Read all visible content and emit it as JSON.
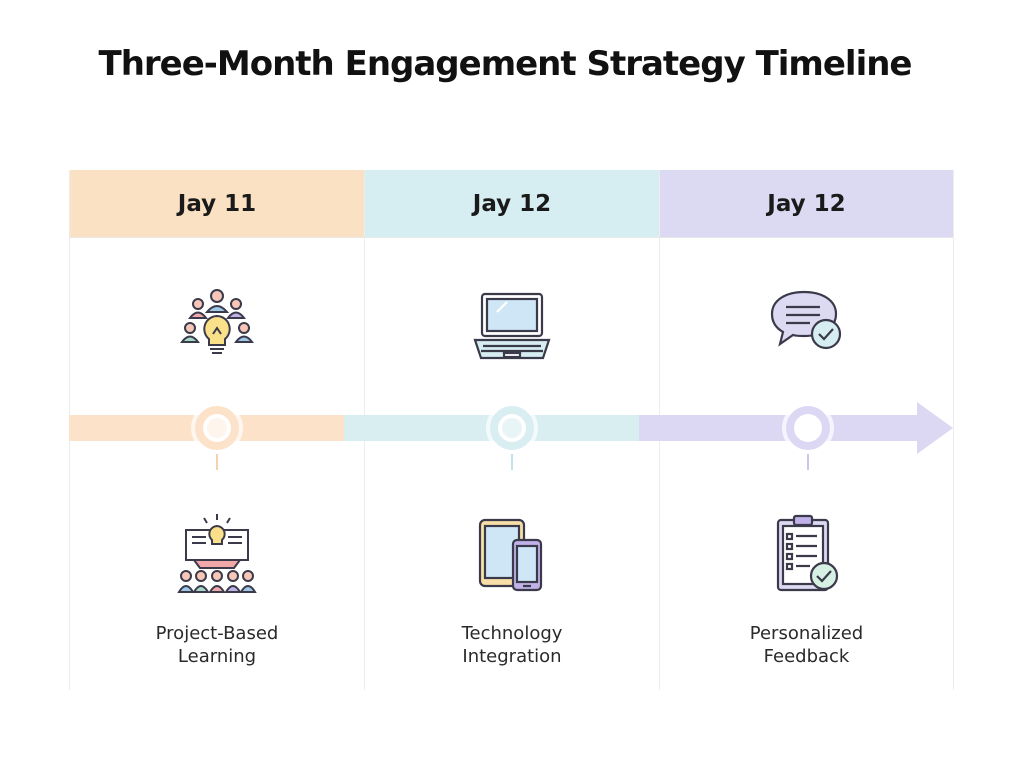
{
  "title": "Three-Month Engagement Strategy Timeline",
  "colors": {
    "stage1": "#fbe1c4",
    "stage2": "#d6eef2",
    "stage3": "#dcd9f2",
    "stage1_band": "#fbe2c8",
    "stage2_band": "#d8eef1",
    "stage3_band": "#dcd8f4"
  },
  "stages": [
    {
      "header": "Jay 11",
      "top_icon": "team-lightbulb-icon",
      "bottom_icon": "presentation-audience-icon",
      "label_line1": "Project-Based",
      "label_line2": "Learning"
    },
    {
      "header": "Jay 12",
      "top_icon": "laptop-icon",
      "bottom_icon": "tablet-phone-icon",
      "label_line1": "Technology",
      "label_line2": "Integration"
    },
    {
      "header": "Jay 12",
      "top_icon": "chat-check-icon",
      "bottom_icon": "checklist-clipboard-icon",
      "label_line1": "Personalized",
      "label_line2": "Feedback"
    }
  ]
}
